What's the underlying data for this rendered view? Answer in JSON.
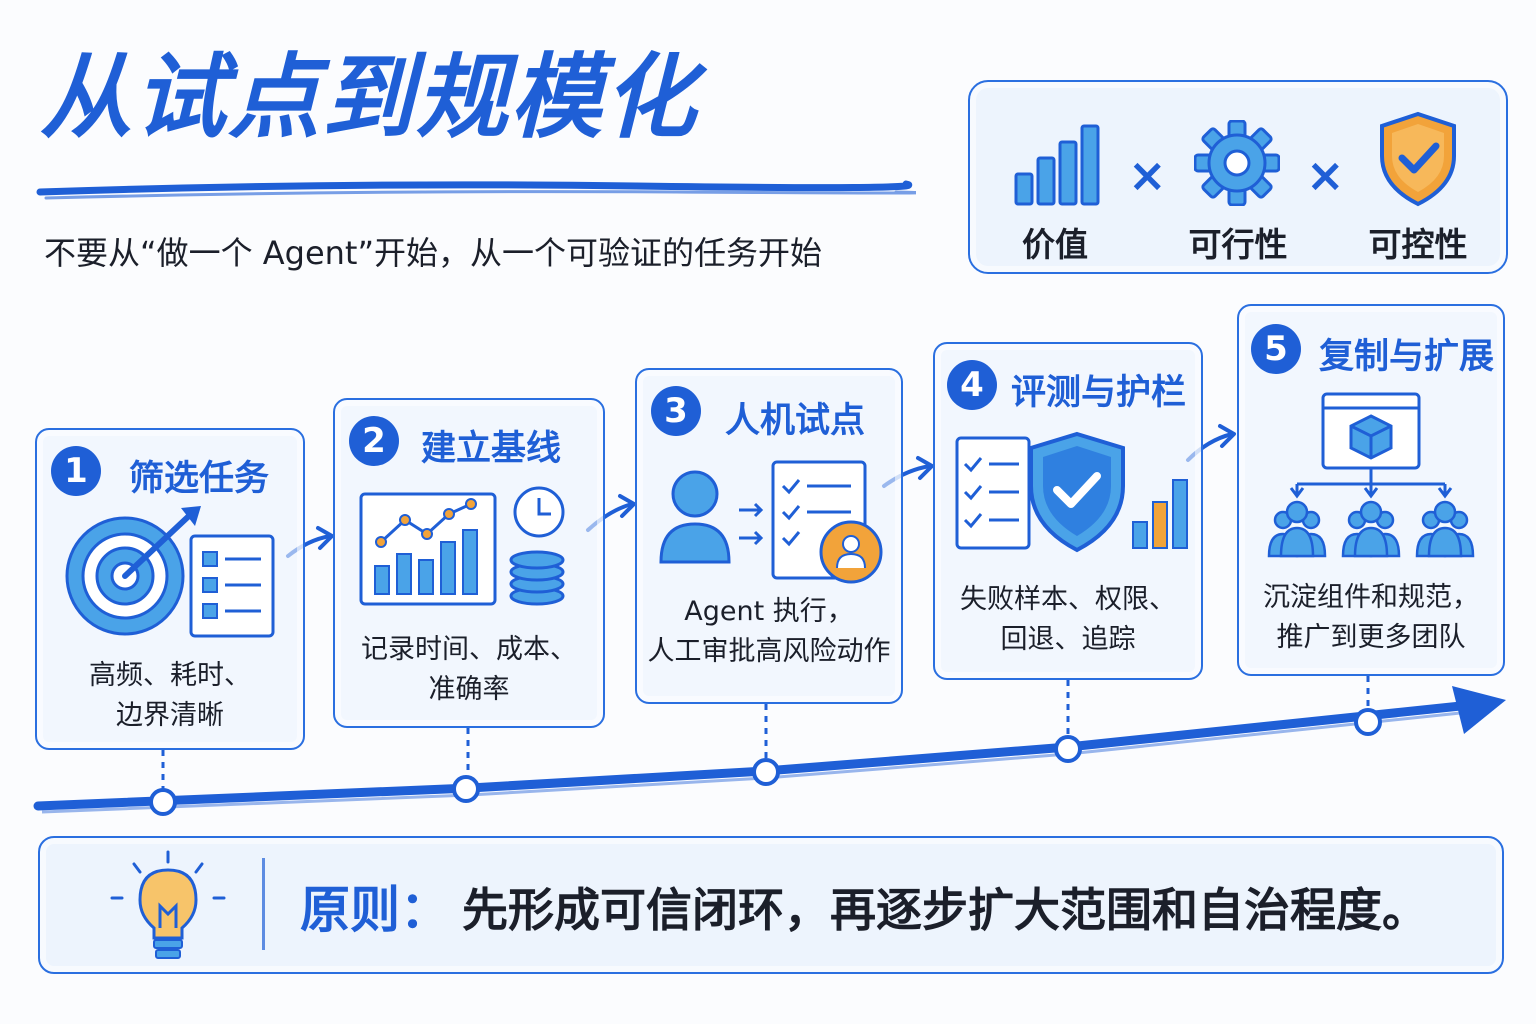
{
  "header": {
    "title": "从试点到规模化",
    "subtitle": "不要从“做一个 Agent”开始，从一个可验证的任务开始"
  },
  "formula": {
    "items": [
      {
        "label": "价值",
        "icon": "bar-chart-icon"
      },
      {
        "label": "可行性",
        "icon": "gear-icon"
      },
      {
        "label": "可控性",
        "icon": "shield-check-icon"
      }
    ],
    "operator": "×"
  },
  "steps": [
    {
      "number": "1",
      "title": "筛选任务",
      "desc_lines": [
        "高频、耗时、",
        "边界清晰"
      ],
      "icon": "target-checklist-icon"
    },
    {
      "number": "2",
      "title": "建立基线",
      "desc_lines": [
        "记录时间、成本、",
        "准确率"
      ],
      "icon": "chart-clock-coins-icon"
    },
    {
      "number": "3",
      "title": "人机试点",
      "desc_lines": [
        "Agent 执行，",
        "人工审批高风险动作"
      ],
      "icon": "person-checklist-icon"
    },
    {
      "number": "4",
      "title": "评测与护栏",
      "desc_lines": [
        "失败样本、权限、",
        "回退、追踪"
      ],
      "icon": "checklist-shield-icon"
    },
    {
      "number": "5",
      "title": "复制与扩展",
      "desc_lines": [
        "沉淀组件和规范，",
        "推广到更多团队"
      ],
      "icon": "component-teams-icon"
    }
  ],
  "principle": {
    "label": "原则：",
    "text": "先形成可信闭环，再逐步扩大范围和自治程度。",
    "icon": "lightbulb-icon"
  },
  "colors": {
    "primary": "#1f5fd6",
    "accent_orange": "#f2a33a",
    "light_blue": "#4aa3e8",
    "text": "#1b1f2a"
  }
}
